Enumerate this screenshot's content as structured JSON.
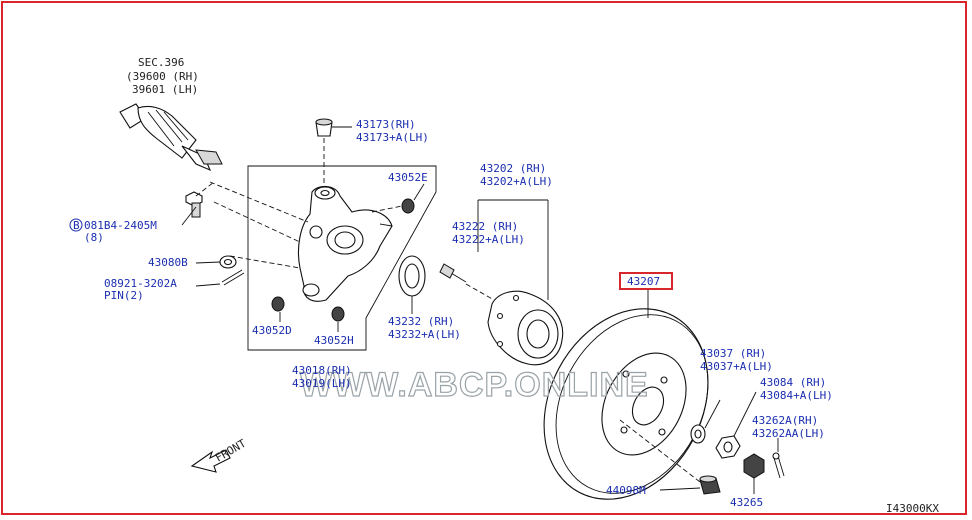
{
  "labels": {
    "sec": "SEC.396",
    "sec_rh": "(39600 (RH)",
    "sec_lh": "39601 (LH)",
    "l43173_rh": "43173(RH)",
    "l43173_lh": "43173+A(LH)",
    "l43052e": "43052E",
    "l43202_rh": "43202 (RH)",
    "l43202_lh": "43202+A(LH)",
    "l43222_rh": "43222 (RH)",
    "l43222_lh": "43222+A(LH)",
    "bolt_num": "081B4-2405M",
    "bolt_qty": "(8)",
    "bolt_circle": "B",
    "l43080b": "43080B",
    "pin_num": "08921-3202A",
    "pin_qty": "PIN(2)",
    "l43052d": "43052D",
    "l43052h": "43052H",
    "l43232_rh": "43232 (RH)",
    "l43232_lh": "43232+A(LH)",
    "l43207": "43207",
    "l43018_rh": "43018(RH)",
    "l43019_lh": "43019(LH)",
    "l43037_rh": "43037 (RH)",
    "l43037_lh": "43037+A(LH)",
    "l43084_rh": "43084 (RH)",
    "l43084_lh": "43084+A(LH)",
    "l43262_rh": "43262A(RH)",
    "l43262_lh": "43262AA(LH)",
    "l44098m": "44098M",
    "l43265": "43265",
    "front": "FRONT",
    "drawing_code": "I43000KX",
    "watermark": "WWW.ABCP.ONLINE"
  },
  "colors": {
    "label": "#1b2fb0",
    "frame": "#d7262c",
    "highlight": "#d7262c",
    "watermark": "#9aa3a8"
  }
}
